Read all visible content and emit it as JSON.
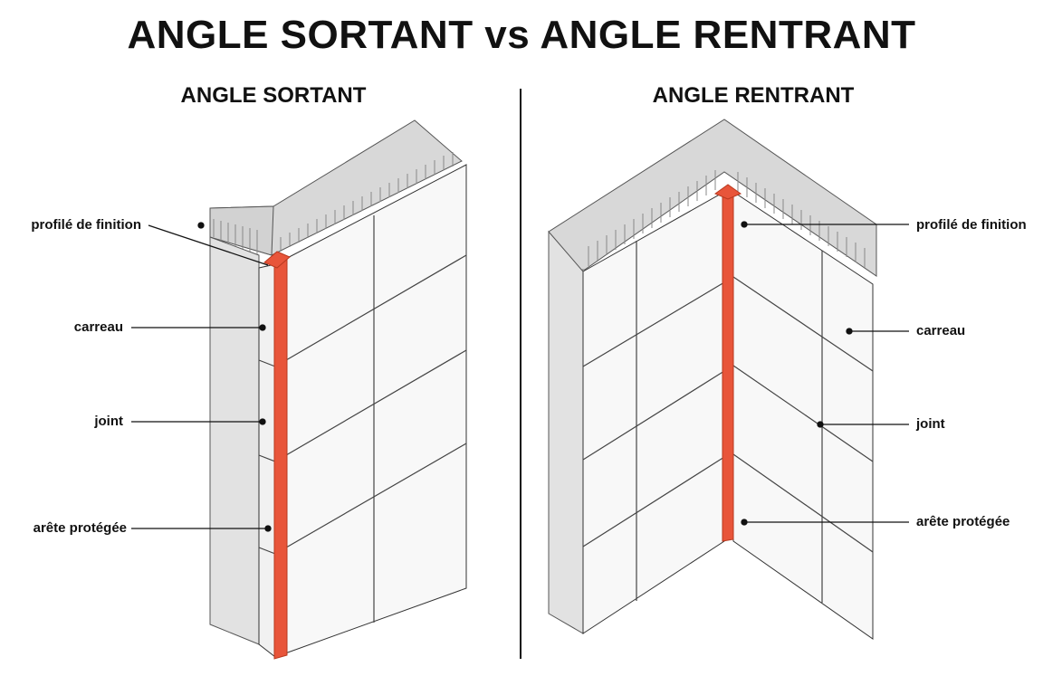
{
  "title": "ANGLE SORTANT vs ANGLE RENTRANT",
  "left": {
    "heading": "ANGLE SORTANT",
    "labels": {
      "profile": "profilé de finition",
      "tile": "carreau",
      "joint": "joint",
      "edge": "arête protégée"
    }
  },
  "right": {
    "heading": "ANGLE RENTRANT",
    "labels": {
      "profile": "profilé de finition",
      "tile": "carreau",
      "joint": "joint",
      "edge": "arête protégée"
    }
  },
  "colors": {
    "profile": "#e8553a",
    "wall": "#e4e4e4",
    "wall_top": "#d6d6d6",
    "tile": "#f7f7f7",
    "line": "#222222"
  }
}
